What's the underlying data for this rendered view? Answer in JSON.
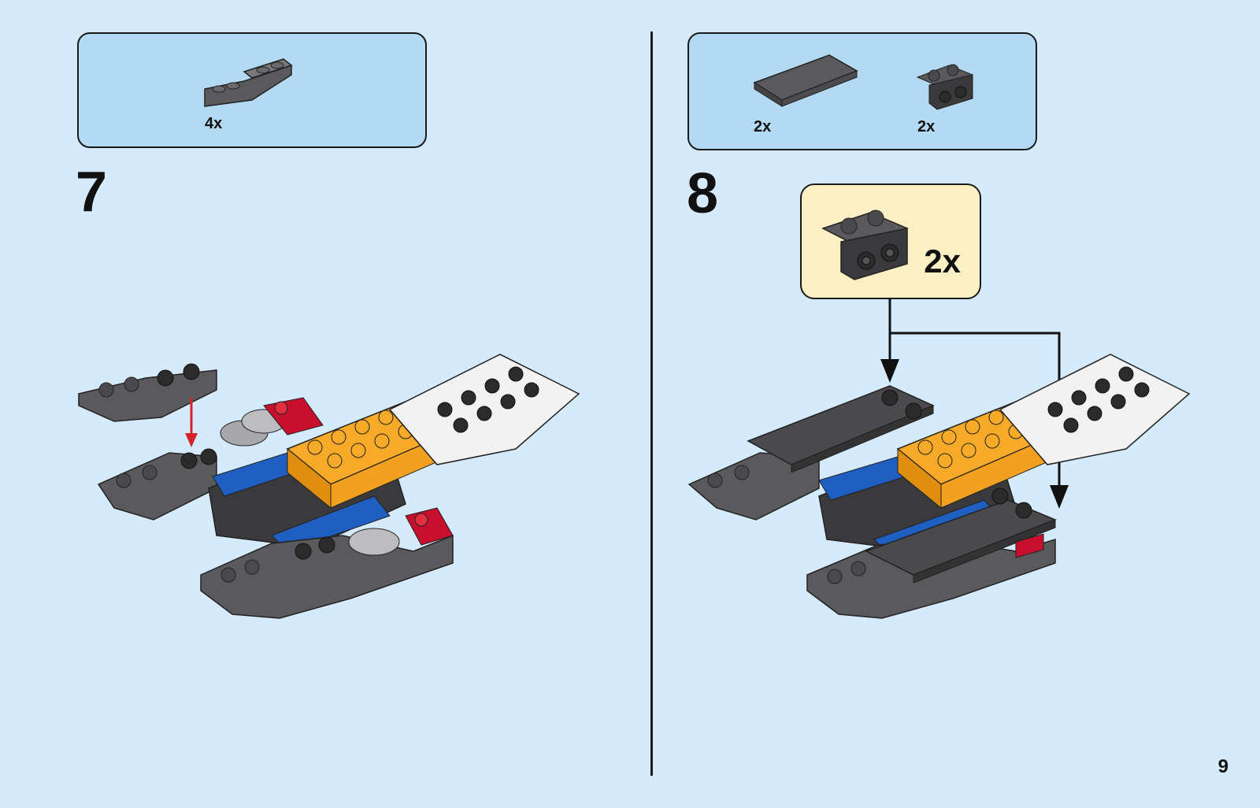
{
  "step7": {
    "number": "7",
    "parts": [
      {
        "name": "dark-gray-curved-slope",
        "qty": "4x"
      }
    ]
  },
  "step8": {
    "number": "8",
    "parts": [
      {
        "name": "dark-gray-tile-2x4",
        "qty": "2x"
      },
      {
        "name": "dark-gray-bracket",
        "qty": "2x"
      }
    ],
    "callout": {
      "qty": "2x"
    }
  },
  "page_number": "9",
  "colors": {
    "background": "#d5ebfb",
    "parts_box": "#b3d9f3",
    "callout": "#fdf0c4",
    "brick_dark_gray": "#5a5a5c",
    "brick_black": "#2b2b2b",
    "brick_orange": "#f7a928",
    "brick_blue": "#1f5fc2",
    "brick_red": "#c8102e",
    "brick_white": "#f2f2f2",
    "arrow_red": "#d6232b"
  }
}
